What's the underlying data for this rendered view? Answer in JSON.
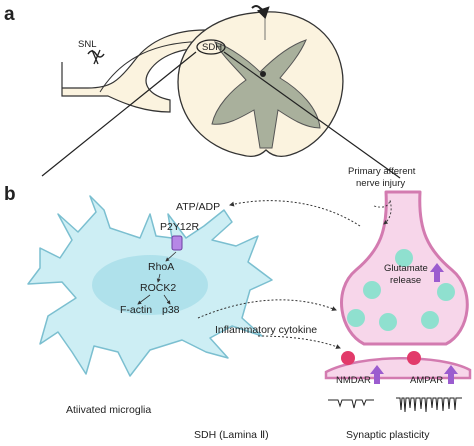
{
  "panels": {
    "a": "a",
    "b": "b"
  },
  "panel_a": {
    "snl_label": "SNL",
    "sdh_label": "SDH"
  },
  "panel_b": {
    "atp_adp": "ATP/ADP",
    "p2y12r": "P2Y12R",
    "rhoa": "RhoA",
    "rock2": "ROCK2",
    "f_actin": "F-actin",
    "p38": "p38",
    "inflammatory_cytokine": "Inflammatory cytokine",
    "primary_afferent_line1": "Primary afferent",
    "primary_afferent_line2": "nerve injury",
    "glutamate_line1": "Glutamate",
    "glutamate_line2": "release",
    "nmdar": "NMDAR",
    "ampar": "AMPAR",
    "microglia_caption": "Atiivated microglia",
    "sdh_caption": "SDH (Lamina Ⅱ)",
    "synaptic_caption": "Synaptic plasticity"
  },
  "colors": {
    "cord_fill": "#fbf3df",
    "grey_matter": "#a9b09c",
    "microglia_fill": "#cdeef4",
    "microglia_core": "#a8dde8",
    "terminal_fill": "#f7d6ea",
    "terminal_stroke": "#d37bb0",
    "vesicle": "#8fe0cf",
    "receptor": "#e23a6a",
    "arrow_up": "#9b5ccf",
    "p2y12r_box": "#b687e6"
  }
}
